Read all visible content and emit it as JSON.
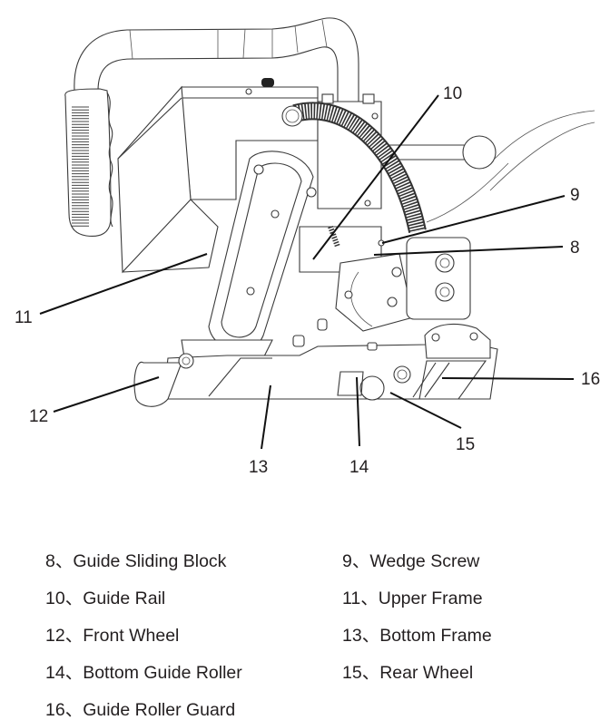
{
  "figure": {
    "subject": "wedge welder side view with numbered parts",
    "callouts": [
      {
        "number": "8"
      },
      {
        "number": "9"
      },
      {
        "number": "10"
      },
      {
        "number": "11"
      },
      {
        "number": "12"
      },
      {
        "number": "13"
      },
      {
        "number": "14"
      },
      {
        "number": "15"
      },
      {
        "number": "16"
      }
    ]
  },
  "legend": {
    "items": [
      {
        "number": "8",
        "separator": "、",
        "label": "Guide Sliding Block",
        "text": "8、Guide Sliding Block"
      },
      {
        "number": "9",
        "separator": "、",
        "label": "Wedge Screw",
        "text": "9、Wedge Screw"
      },
      {
        "number": "10",
        "separator": "、",
        "label": "Guide Rail",
        "text": "10、Guide Rail"
      },
      {
        "number": "11",
        "separator": "、",
        "label": "Upper Frame",
        "text": "11、Upper Frame"
      },
      {
        "number": "12",
        "separator": "、",
        "label": "Front Wheel",
        "text": "12、Front Wheel"
      },
      {
        "number": "13",
        "separator": "、",
        "label": "Bottom Frame",
        "text": "13、Bottom Frame"
      },
      {
        "number": "14",
        "separator": "、",
        "label": "Bottom Guide Roller",
        "text": "14、Bottom Guide Roller"
      },
      {
        "number": "15",
        "separator": "、",
        "label": "Rear Wheel",
        "text": "15、Rear Wheel"
      },
      {
        "number": "16",
        "separator": "、",
        "label": "Guide Roller Guard",
        "text": "16、Guide Roller Guard"
      }
    ]
  }
}
